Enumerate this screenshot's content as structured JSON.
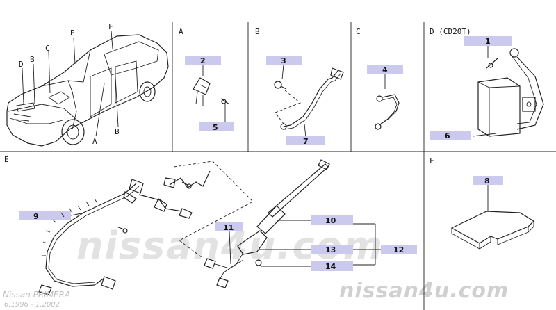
{
  "sections": {
    "A": "A",
    "B": "B",
    "C": "C",
    "D": "D (CD20T)",
    "E": "E",
    "F": "F"
  },
  "car_pointers": [
    "D",
    "B",
    "C",
    "E",
    "F",
    "A",
    "B"
  ],
  "parts": [
    "1",
    "2",
    "3",
    "4",
    "5",
    "6",
    "7",
    "8",
    "9",
    "10",
    "11",
    "12",
    "13",
    "14"
  ],
  "watermark": {
    "center": "nissan4u.com",
    "corner": "nissan4u.com"
  },
  "caption": {
    "model": "Nissan PRIMERA",
    "dates": "6.1996 - 1.2002"
  },
  "colors": {
    "highlight": "#ccc9ee",
    "line": "#222222",
    "watermark": "#d6d6d6"
  }
}
